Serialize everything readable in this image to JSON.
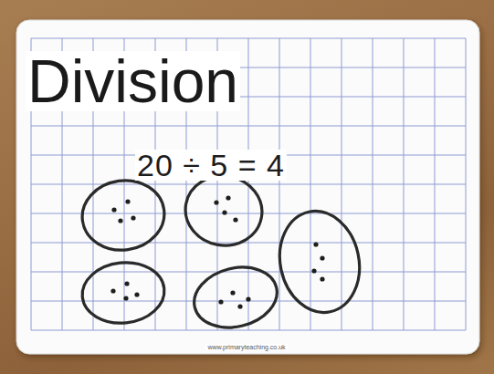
{
  "diagram": {
    "title": "Division",
    "labels": [
      "20 ÷ 5 = 4",
      "www.primaryteaching.co.uk"
    ]
  }
}
